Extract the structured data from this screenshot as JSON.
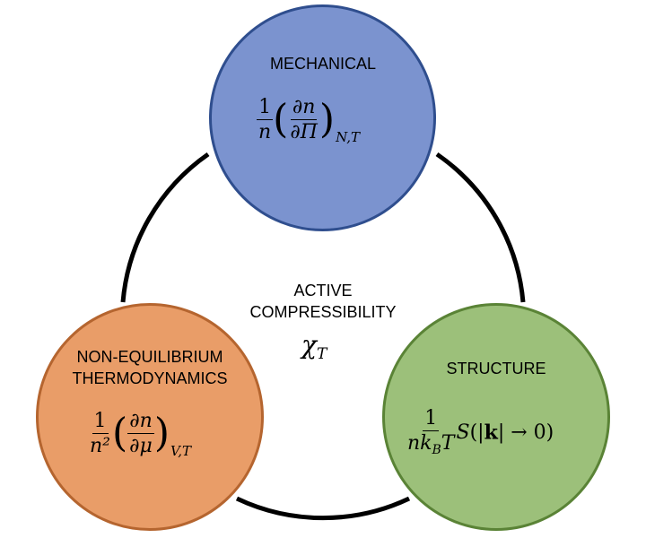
{
  "center": {
    "line1": "ACTIVE",
    "line2": "COMPRESSIBILITY",
    "symbol": "χ",
    "symbol_sub": "T"
  },
  "nodes": {
    "mechanical": {
      "title": "MECHANICAL",
      "frac1_num": "1",
      "frac1_den": "n",
      "frac2_num": "∂n",
      "frac2_den": "∂Π",
      "subscript": "N,T",
      "fill": "#7b93cf",
      "stroke": "#2f4e8e"
    },
    "thermo": {
      "title_line1": "NON-EQUILIBRIUM",
      "title_line2": "THERMODYNAMICS",
      "frac1_num": "1",
      "frac1_den": "n²",
      "frac2_num": "∂n",
      "frac2_den": "∂μ",
      "subscript": "V,T",
      "fill": "#e99d68",
      "stroke": "#b5652f"
    },
    "structure": {
      "title": "STRUCTURE",
      "frac_num": "1",
      "frac_den_n": "nk",
      "frac_den_sub": "B",
      "frac_den_T": "T",
      "expr_S": "S",
      "expr_rest": "(|",
      "expr_k": "k",
      "expr_tail": "| → 0)",
      "fill": "#9cc07a",
      "stroke": "#5a8336"
    }
  }
}
